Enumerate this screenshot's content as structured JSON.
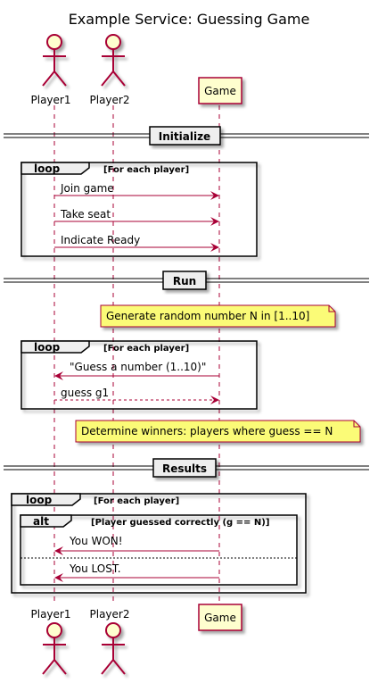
{
  "title": "Example Service: Guessing Game",
  "participants": {
    "player1": "Player1",
    "player2": "Player2",
    "game": "Game"
  },
  "separators": {
    "initialize": "Initialize",
    "run": "Run",
    "results": "Results"
  },
  "frames": {
    "loop_keyword": "loop",
    "alt_keyword": "alt",
    "loop_condition": "[For each player]",
    "alt_condition": "[Player guessed correctly (g == N)]"
  },
  "messages": {
    "join": "Join game",
    "seat": "Take seat",
    "ready": "Indicate Ready",
    "guess_prompt": "\"Guess a number (1..10)\"",
    "guess_reply": "guess g1",
    "won": "You WON!",
    "lost": "You LOST."
  },
  "notes": {
    "generate": "Generate random number N in [1..10]",
    "determine": "Determine winners: players where guess == N"
  },
  "colors": {
    "actor_fill": "#FEFECE",
    "line": "#A80036",
    "note_fill": "#FBFB77",
    "frame_bg": "#EEEEEE"
  }
}
